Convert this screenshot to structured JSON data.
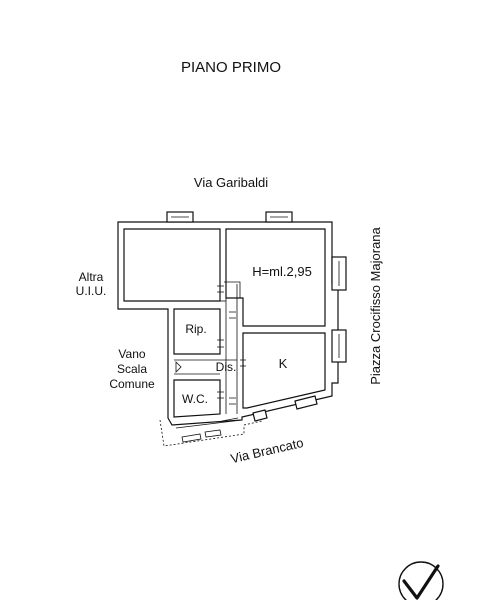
{
  "plan": {
    "title": "PIANO PRIMO",
    "streets": {
      "north": "Via Garibaldi",
      "east": "Piazza Crocifisso Majorana",
      "south": "Via Brancato"
    },
    "neighbors": {
      "other_unit_line1": "Altra",
      "other_unit_line2": "U.I.U.",
      "stair_line1": "Vano",
      "stair_line2": "Scala",
      "stair_line3": "Comune"
    },
    "rooms": {
      "height_note": "H=ml.2,95",
      "storage": "Rip.",
      "hall": "Dis.",
      "kitchen": "K",
      "bathroom": "W.C."
    }
  }
}
